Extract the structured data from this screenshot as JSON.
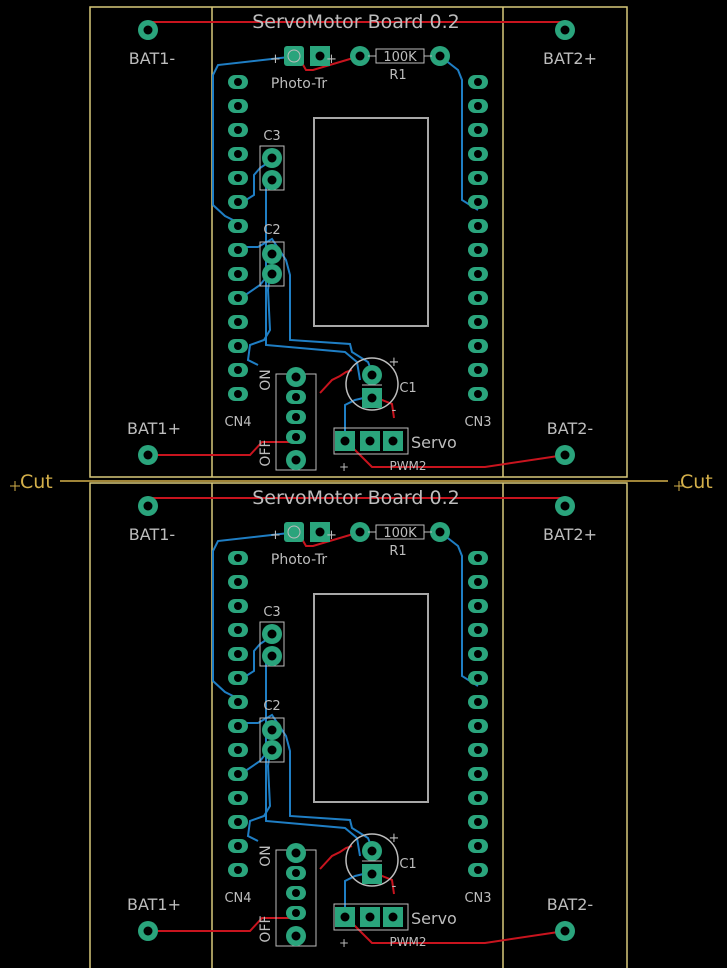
{
  "boards": [
    {
      "title": "ServoMotor Board 0.2",
      "bat1_minus": "BAT1-",
      "bat2_plus": "BAT2+",
      "bat1_plus": "BAT1+",
      "bat2_minus": "BAT2-",
      "photo_tr": "Photo-Tr",
      "resistor_value": "100K",
      "resistor_name": "R1",
      "c3": "C3",
      "c2": "C2",
      "c1": "C1",
      "cn4": "CN4",
      "cn3": "CN3",
      "servo": "Servo",
      "pwm2": "PWM2",
      "on": "ON",
      "off": "OFF",
      "plus": "+",
      "minus": "-"
    },
    {
      "title": "ServoMotor Board 0.2",
      "bat1_minus": "BAT1-",
      "bat2_plus": "BAT2+",
      "bat1_plus": "BAT1+",
      "bat2_minus": "BAT2-",
      "photo_tr": "Photo-Tr",
      "resistor_value": "100K",
      "resistor_name": "R1",
      "c3": "C3",
      "c2": "C2",
      "c1": "C1",
      "cn4": "CN4",
      "cn3": "CN3",
      "servo": "Servo",
      "pwm2": "PWM2",
      "on": "ON",
      "off": "OFF",
      "plus": "+",
      "minus": "-"
    }
  ],
  "cut_label": "Cut",
  "colors": {
    "background": "#000000",
    "outline": "#d8c97a",
    "pad": "#2aa47c",
    "top_trace": "#c8141e",
    "bottom_trace": "#1f7ec4",
    "silk": "#bdbdbd",
    "cut": "#d4b04a"
  }
}
